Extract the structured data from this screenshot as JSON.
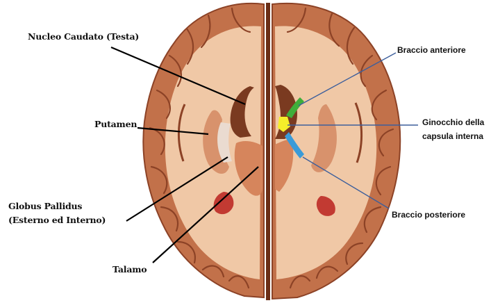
{
  "labels": {
    "caudate": "Nucleo Caudato (Testa)",
    "putamen": "Putamen",
    "globus_line1": "Globus Pallidus",
    "globus_line2": "(Esterno ed Interno)",
    "talamo": "Talamo",
    "anterior_limb": "Braccio anteriore",
    "genu_line1": "Ginocchio della",
    "genu_line2": "capsula interna",
    "posterior_limb": "Braccio posteriore"
  },
  "colors": {
    "cortex": "#c2714a",
    "cortex_dark": "#8c4226",
    "white_matter": "#f0c8a6",
    "ventricle": "#7a3a20",
    "vessel_red": "#c23a32",
    "anterior_limb": "#3fae3a",
    "genu": "#f5ee2a",
    "posterior_limb": "#3a9bd8",
    "pointer_black": "#000000",
    "pointer_blue": "#3d5f9c"
  }
}
